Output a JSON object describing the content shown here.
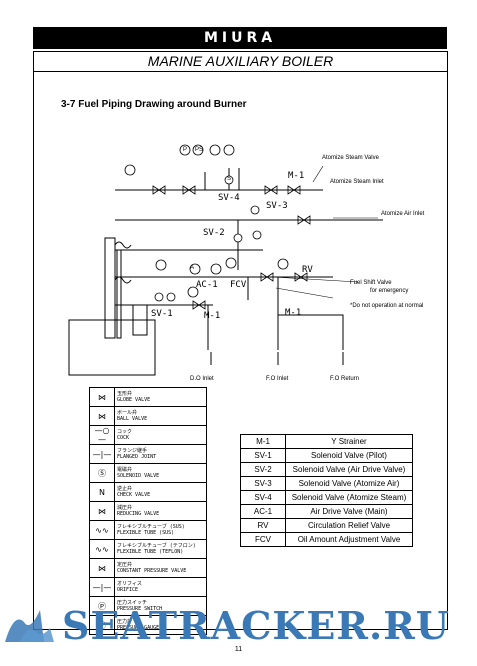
{
  "header": {
    "brand": "MIURA",
    "subtitle": "MARINE AUXILIARY BOILER"
  },
  "section_title": "3-7 Fuel Piping Drawing around Burner",
  "diagram": {
    "callouts": {
      "atomize_steam_valve": "Atomize Steam Valve",
      "atomize_steam_inlet": "Atomize Steam Inlet",
      "atomize_air_inlet": "Atomize Air Inlet",
      "fuel_shift_valve": "Fuel Shift Valve",
      "for_emergency": "for emergency",
      "note": "*Do not operation at normal",
      "do_inlet": "D.O Inlet",
      "fo_inlet": "F.O Inlet",
      "fo_return": "F.O Return"
    },
    "pipe_labels": {
      "m1_top": "M-1",
      "sv4": "SV-4",
      "sv3": "SV-3",
      "sv2": "SV-2",
      "ac1": "AC-1",
      "fcv": "FCV",
      "rv": "RV",
      "sv1": "SV-1",
      "m1_left": "M-1",
      "m1_right": "M-1"
    },
    "gauges": {
      "p": "P",
      "ps": "PS",
      "a": "A",
      "s": "S"
    }
  },
  "legend": [
    {
      "symbol": "⋈",
      "jp": "玉形弁",
      "en": "GLOBE VALVE"
    },
    {
      "symbol": "⋈",
      "jp": "ボール弁",
      "en": "BALL VALVE"
    },
    {
      "symbol": "—○—",
      "jp": "コック",
      "en": "COCK"
    },
    {
      "symbol": "—|—",
      "jp": "フランジ継手",
      "en": "FLANGED JOINT"
    },
    {
      "symbol": "Ⓢ",
      "jp": "電磁弁",
      "en": "SOLENOID VALVE"
    },
    {
      "symbol": "N",
      "jp": "逆止弁",
      "en": "CHECK VALVE"
    },
    {
      "symbol": "⋈",
      "jp": "減圧弁",
      "en": "REDUCING VALVE"
    },
    {
      "symbol": "∿∿",
      "jp": "フレキシブルチューブ (SUS)",
      "en": "FLEXIBLE TUBE (SUS)"
    },
    {
      "symbol": "∿∿",
      "jp": "フレキシブルチューブ (テフロン)",
      "en": "FLEXIBLE TUBE (TEFLON)"
    },
    {
      "symbol": "⋈",
      "jp": "定圧弁",
      "en": "CONSTANT PRESSURE VALVE"
    },
    {
      "symbol": "—|—",
      "jp": "オリフィス",
      "en": "ORIFICE"
    },
    {
      "symbol": "Ⓟ",
      "jp": "圧力スイッチ",
      "en": "PRESSURE SWITCH"
    },
    {
      "symbol": "Ⓟ",
      "jp": "圧力計",
      "en": "PRESSURE GAUGE"
    }
  ],
  "abbreviations": [
    {
      "code": "M-1",
      "desc": "Y Strainer"
    },
    {
      "code": "SV-1",
      "desc": "Solenoid Valve (Pilot)"
    },
    {
      "code": "SV-2",
      "desc": "Solenoid Valve (Air Drive Valve)"
    },
    {
      "code": "SV-3",
      "desc": "Solenoid Valve (Atomize Air)"
    },
    {
      "code": "SV-4",
      "desc": "Solenoid Valve (Atomize Steam)"
    },
    {
      "code": "AC-1",
      "desc": "Air Drive Valve (Main)"
    },
    {
      "code": "RV",
      "desc": "Circulation Relief Valve"
    },
    {
      "code": "FCV",
      "desc": "Oil Amount Adjustment Valve"
    }
  ],
  "page_number": "11",
  "watermark": "SEATRACKER.RU"
}
